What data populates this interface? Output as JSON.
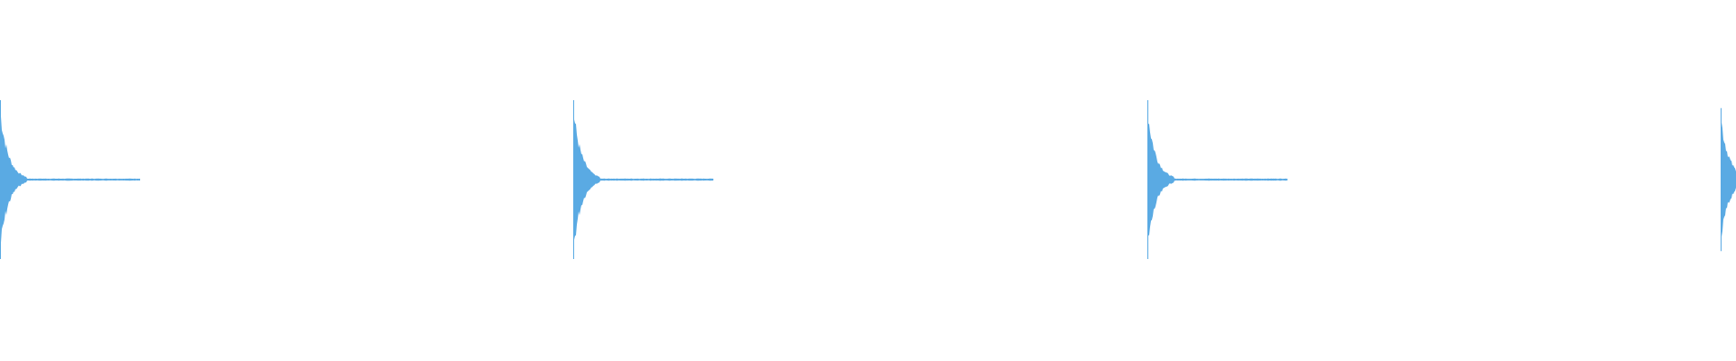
{
  "waveform": {
    "color": "#5aaae3",
    "pulses": [
      {
        "peak": 1.0,
        "decay": "fast",
        "tail": "flat"
      },
      {
        "peak": 1.0,
        "decay": "fast",
        "tail": "flat"
      },
      {
        "peak": 1.0,
        "decay": "fast",
        "tail": "flat"
      },
      {
        "peak": 0.9,
        "decay": "fast",
        "tail": "cut-off"
      }
    ]
  }
}
